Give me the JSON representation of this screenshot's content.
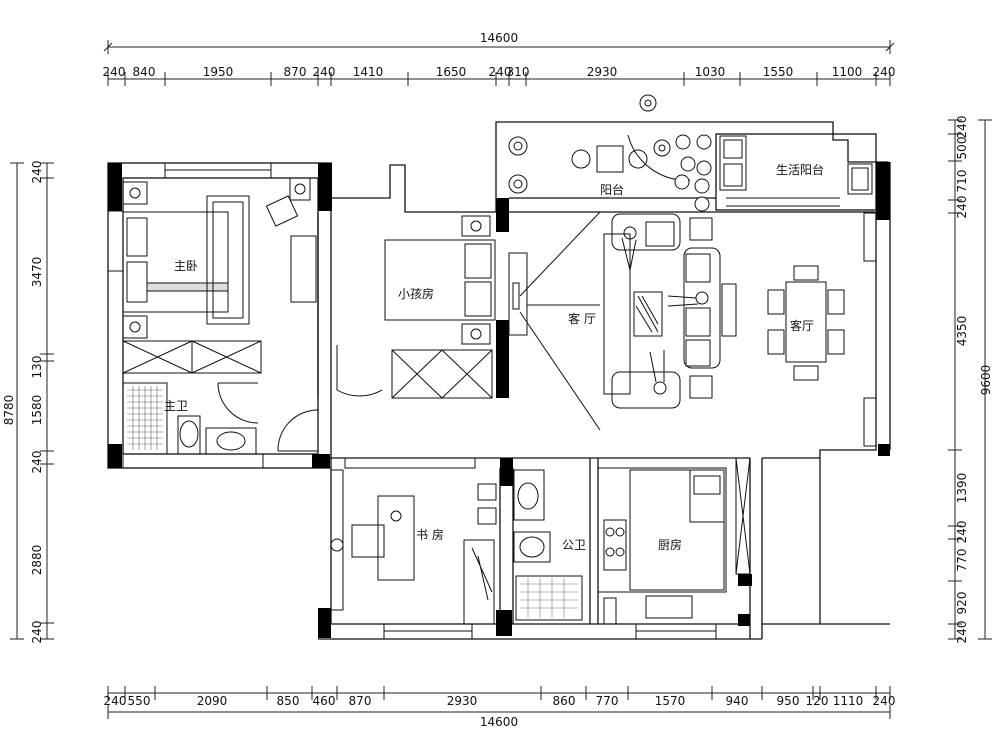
{
  "overall": {
    "top_total": "14600",
    "bottom_total": "14600",
    "left_total": "8780",
    "right_total": "9600"
  },
  "dims": {
    "top": [
      "240",
      "840",
      "1950",
      "870",
      "240",
      "1410",
      "1650",
      "240",
      "310",
      "2930",
      "1030",
      "1550",
      "1100",
      "240"
    ],
    "bottom": [
      "240",
      "550",
      "2090",
      "850",
      "460",
      "870",
      "2930",
      "860",
      "770",
      "1570",
      "940",
      "950",
      "120",
      "1110",
      "240"
    ],
    "left": [
      "240",
      "3470",
      "130",
      "1580",
      "240",
      "2880",
      "240"
    ],
    "right": [
      "240",
      "500",
      "710",
      "240",
      "4350",
      "1390",
      "240",
      "770",
      "920",
      "240"
    ]
  },
  "rooms": {
    "master_bedroom": "主卧",
    "master_bath": "主卫",
    "child_room": "小孩房",
    "balcony": "阳台",
    "utility_balcony": "生活阳台",
    "living_left": "客 厅",
    "living_right": "客厅",
    "study": "书 房",
    "public_bath": "公卫",
    "kitchen": "厨房"
  }
}
